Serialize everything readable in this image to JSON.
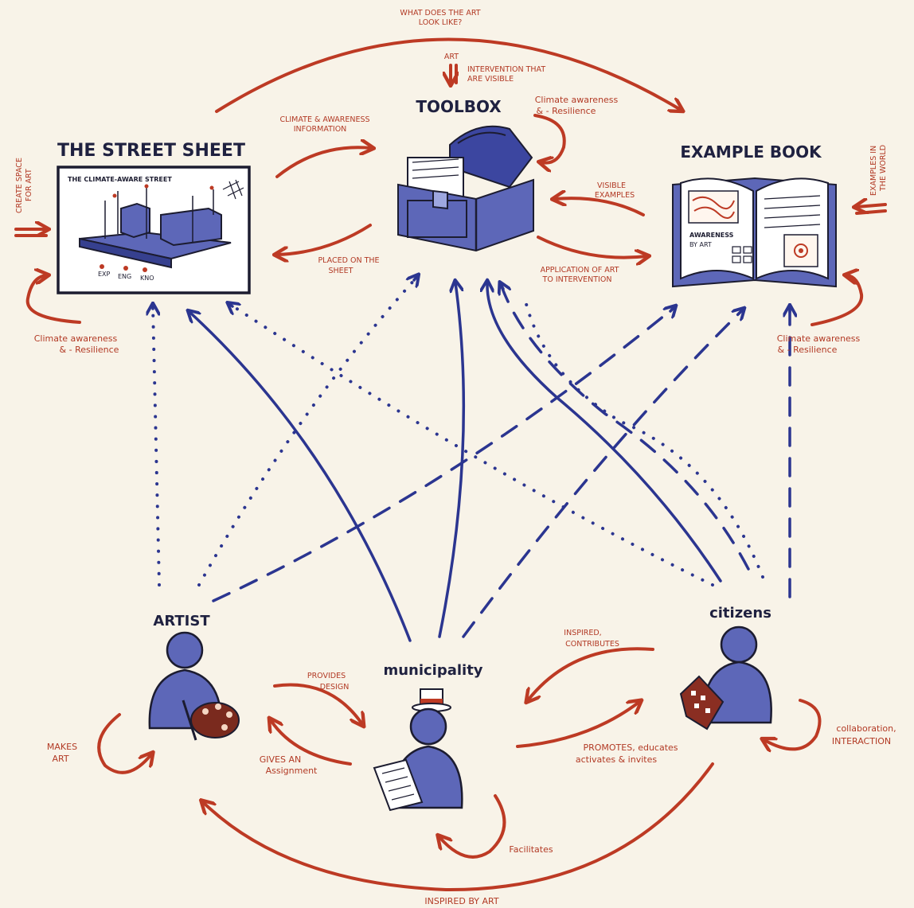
{
  "nodes": {
    "street_sheet": "THE STREET SHEET",
    "toolbox": "TOOLBOX",
    "example_book": "EXAMPLE BOOK",
    "artist": "ARTIST",
    "municipality": "municipality",
    "citizens": "citizens"
  },
  "sheet": {
    "header": "THE CLIMATE-AWARE STREET",
    "legend": [
      "EXP",
      "ENG",
      "KNO"
    ]
  },
  "book": {
    "page_label_line1": "AWARENESS",
    "page_label_line2": "BY ART"
  },
  "labels": {
    "what_art_1": "WHAT DOES THE ART",
    "what_art_2": "LOOK LIKE?",
    "art": "ART",
    "intervention_1": "INTERVENTION THAT",
    "intervention_2": "ARE VISIBLE",
    "climate_info_1": "CLIMATE & AWARENESS",
    "climate_info_2": "INFORMATION",
    "toolbox_loop_1": "Climate awareness",
    "toolbox_loop_2": "& - Resilience",
    "visible_examples_1": "VISIBLE",
    "visible_examples_2": "EXAMPLES",
    "placed_1": "PLACED ON THE",
    "placed_2": "SHEET",
    "application_1": "APPLICATION OF ART",
    "application_2": "TO INTERVENTION",
    "create_space_1": "CREATE SPACE",
    "create_space_2": "FOR ART",
    "examples_world_1": "EXAMPLES IN",
    "examples_world_2": "THE WORLD",
    "sheet_loop_1": "Climate awareness",
    "sheet_loop_2": "& - Resilience",
    "book_loop_1": "Climate awareness",
    "book_loop_2": "& - Resilience",
    "provides_1": "PROVIDES",
    "provides_2": "DESIGN",
    "gives_1": "GIVES AN",
    "gives_2": "Assignment",
    "makes_1": "MAKES",
    "makes_2": "ART",
    "inspired_1": "INSPIRED,",
    "inspired_2": "CONTRIBUTES",
    "promotes_1": "PROMOTES, educates",
    "promotes_2": "activates & invites",
    "collab_1": "collaboration,",
    "collab_2": "INTERACTION",
    "facilitates": "Facilitates",
    "inspired_by_art": "INSPIRED BY ART"
  },
  "colors": {
    "background": "#f8f3e8",
    "red_arrow": "#bd3a24",
    "blue_arrow": "#2b3590",
    "figure_fill": "#5d67b8",
    "ink": "#1f2140"
  },
  "icons": [
    "street-sheet-drawing",
    "toolbox-chest-icon",
    "example-book-icon",
    "artist-palette-icon",
    "municipality-hat-icon",
    "document-icon",
    "house-icon"
  ]
}
